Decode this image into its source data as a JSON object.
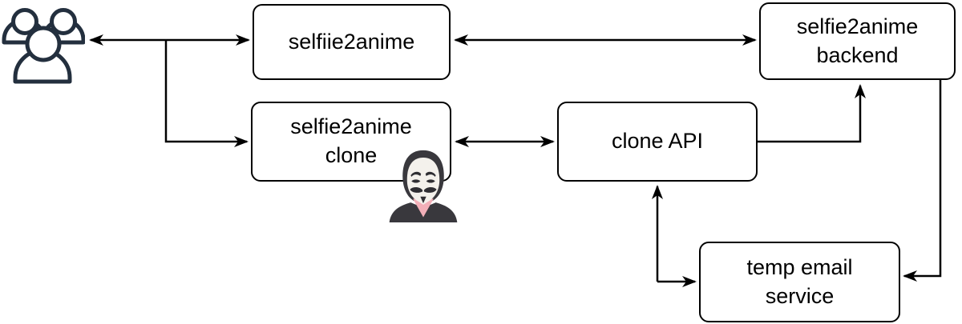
{
  "diagram": {
    "title": "selfie2anime clone attack diagram",
    "type": "flowchart",
    "colors": {
      "line": "#000000",
      "box_border": "#000000",
      "box_fill": "#ffffff",
      "text": "#000000",
      "users_icon_stroke": "#232f3e",
      "hacker_hood": "#39383d",
      "hacker_face": "#f4f1ec",
      "hacker_features": "#2f2e33",
      "hacker_collar": "#f2afb8"
    },
    "nodes": {
      "users": {
        "label": "",
        "icon": "users-icon"
      },
      "selfiie2anime": {
        "label": "selfiie2anime"
      },
      "backend": {
        "label": "selfie2anime\nbackend"
      },
      "clone": {
        "label": "selfie2anime\nclone",
        "icon": "anonymous-mask-icon"
      },
      "cloneApi": {
        "label": "clone API"
      },
      "tempEmail": {
        "label": "temp email\nservice"
      }
    },
    "edges": [
      {
        "from": "users",
        "to": "selfiie2anime",
        "direction": "bidirectional"
      },
      {
        "from": "users",
        "to": "clone",
        "direction": "one-way"
      },
      {
        "from": "selfiie2anime",
        "to": "backend",
        "direction": "bidirectional"
      },
      {
        "from": "clone",
        "to": "cloneApi",
        "direction": "bidirectional"
      },
      {
        "from": "cloneApi",
        "to": "backend",
        "direction": "one-way"
      },
      {
        "from": "cloneApi",
        "to": "tempEmail",
        "direction": "bidirectional"
      },
      {
        "from": "backend",
        "to": "tempEmail",
        "direction": "one-way"
      }
    ]
  }
}
